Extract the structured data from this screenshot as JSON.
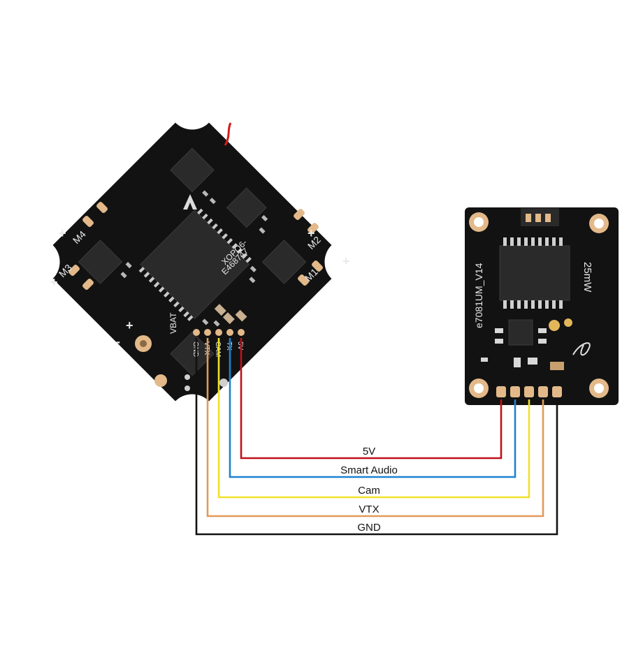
{
  "wires": [
    {
      "label": "5V",
      "color": "#c0111b"
    },
    {
      "label": "Smart Audio",
      "color": "#1f83cf"
    },
    {
      "label": "Cam",
      "color": "#f0e22a"
    },
    {
      "label": "VTX",
      "color": "#e39a5a"
    },
    {
      "label": "GND",
      "color": "#111111"
    }
  ],
  "fc_board": {
    "motor_labels": [
      "M1",
      "M2",
      "M3",
      "M4"
    ],
    "plus_sign": "+",
    "minus_sign": "-",
    "pad_labels": [
      "GND",
      "VTX",
      "CAM",
      "TX",
      "5V"
    ],
    "vbat_label": "VBAT",
    "part_code_1": "XOPQ6-",
    "part_code_2": "E468747"
  },
  "vtx_board": {
    "model_label": "e7081UM_V14",
    "power_label": "25mW"
  },
  "colors": {
    "pcb": "#121212",
    "pad": "#e3b98a",
    "chip": "#2a2a2a"
  }
}
